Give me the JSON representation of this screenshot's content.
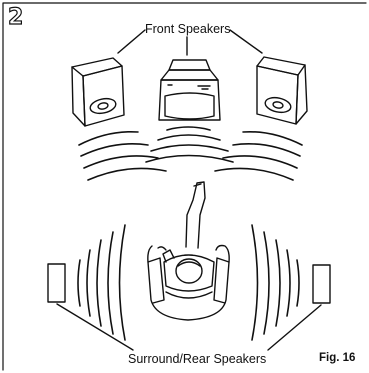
{
  "diagram": {
    "step_number": "2",
    "front_label": "Front Speakers",
    "rear_label": "Surround/Rear Speakers",
    "figure_label": "Fig. 16"
  },
  "colors": {
    "ink": "#111111",
    "paper": "#ffffff"
  }
}
